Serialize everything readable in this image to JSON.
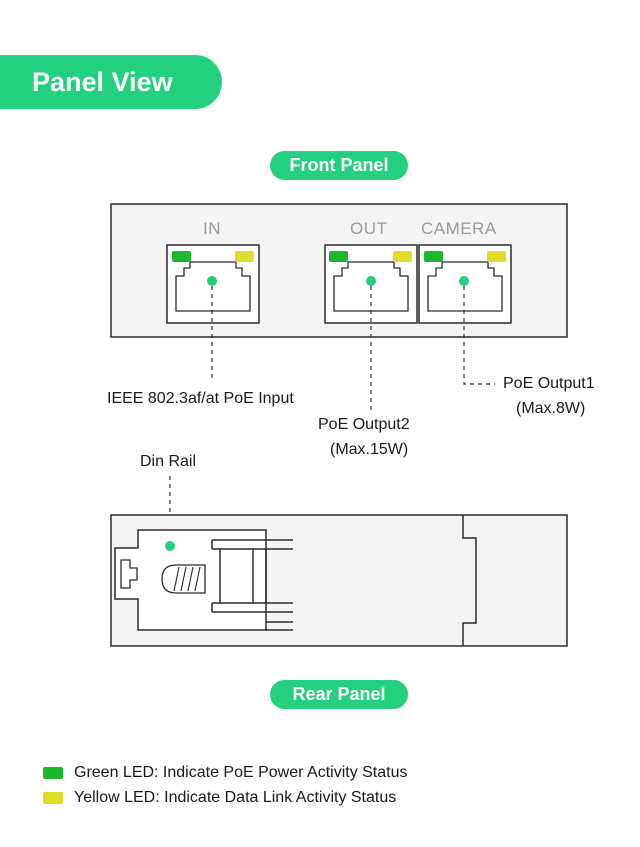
{
  "title": "Panel View",
  "front_panel": {
    "heading": "Front Panel",
    "ports": [
      {
        "name": "IN"
      },
      {
        "name": "OUT"
      },
      {
        "name": "CAMERA"
      }
    ],
    "callouts": {
      "input": "IEEE 802.3af/at PoE Input",
      "output2_line1": "PoE Output2",
      "output2_line2": "(Max.15W)",
      "output1_line1": "PoE Output1",
      "output1_line2": "(Max.8W)"
    }
  },
  "rear_panel": {
    "heading": "Rear Panel",
    "callout": "Din Rail"
  },
  "legend": [
    {
      "color": "#1cb82c",
      "text": "Green LED: Indicate PoE Power Activity Status"
    },
    {
      "color": "#dede28",
      "text": "Yellow LED: Indicate Data Link Activity Status"
    }
  ],
  "colors": {
    "accent": "#23d07e",
    "led_green": "#1cb82c",
    "led_yellow": "#dede28",
    "outline": "#2b2b2b",
    "panel_bg": "#f4f4f4"
  }
}
